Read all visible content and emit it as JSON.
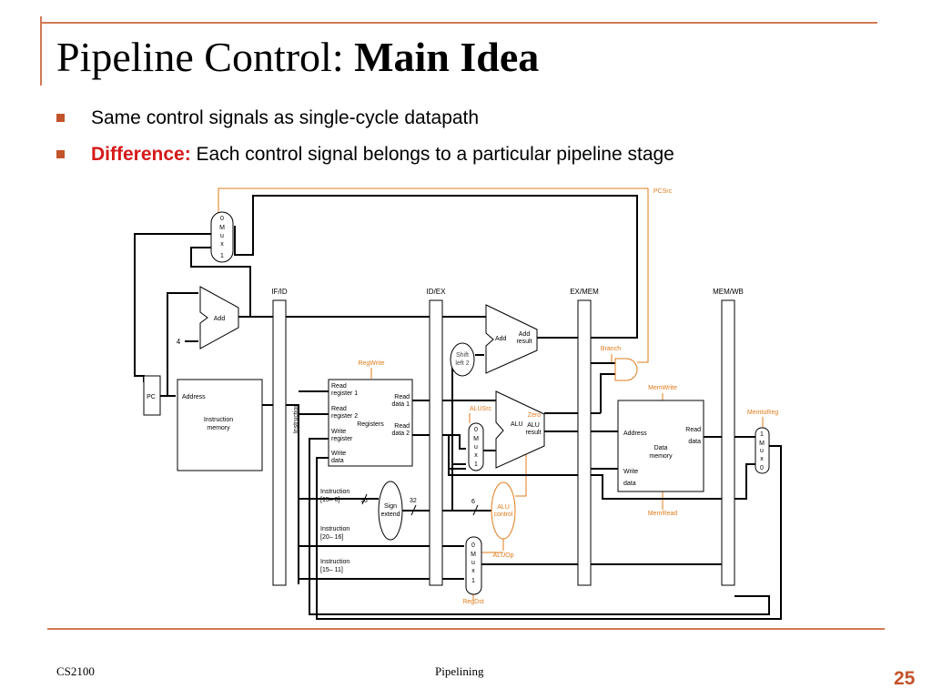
{
  "slide": {
    "title_regular": "Pipeline Control: ",
    "title_bold": "Main Idea",
    "bullets": [
      {
        "emph": "",
        "text": "Same control signals as single-cycle datapath"
      },
      {
        "emph": "Difference:",
        "text": " Each control signal belongs to a particular pipeline stage"
      }
    ],
    "footer_left": "CS2100",
    "footer_center": "Pipelining",
    "page_number": "25"
  },
  "diagram": {
    "pipeline_registers": [
      "IF/ID",
      "ID/EX",
      "EX/MEM",
      "MEM/WB"
    ],
    "components": {
      "pc": "PC",
      "add1": "Add",
      "add2": "Add",
      "add2_result": "Add\nresult",
      "four": "4",
      "imem_address": "Address",
      "imem_name": "Instruction\nmemory",
      "instruction_vertical": "Instruction",
      "regs_read_reg1": "Read\nregister 1",
      "regs_read_reg2": "Read\nregister 2",
      "regs_write_reg": "Write\nregister",
      "regs_write_data": "Write\ndata",
      "regs_read_data1": "Read\ndata 1",
      "regs_read_data2": "Read\ndata 2",
      "regs_name": "Registers",
      "shift": "Shift\nleft 2",
      "alu": "ALU",
      "alu_result": "ALU\nresult",
      "zero": "Zero",
      "sign_extend": "Sign\nextend",
      "alu_control": "ALU\ncontrol",
      "dmem_address": "Address",
      "dmem_read_data": "Read\ndata",
      "dmem_name": "Data\nmemory",
      "dmem_write_data": "Write\ndata",
      "instr_15_0": "Instruction\n[15– 0]",
      "instr_20_16": "Instruction\n[20– 16]",
      "instr_15_11": "Instruction\n[15– 11]",
      "bits16": "16",
      "bits32": "32",
      "bits6": "6",
      "mux_top": [
        "0",
        "M",
        "u",
        "x",
        "1"
      ],
      "mux_alu": [
        "0",
        "M",
        "u",
        "x",
        "1"
      ],
      "mux_regdst": [
        "0",
        "M",
        "u",
        "x",
        "1"
      ],
      "mux_wb": [
        "1",
        "M",
        "u",
        "x",
        "0"
      ]
    },
    "control_signals": {
      "pcsrc": "PCSrc",
      "regwrite": "RegWrite",
      "branch": "Branch",
      "memwrite": "MemWrite",
      "memtoreg": "MemtoReg",
      "alusrc": "ALUSrc",
      "aluop": "ALUOp",
      "regdst": "RegDst",
      "memread": "MemRead"
    },
    "colors": {
      "control": "#e07b1a",
      "datapath": "#000000",
      "accent": "#c3532a"
    }
  }
}
